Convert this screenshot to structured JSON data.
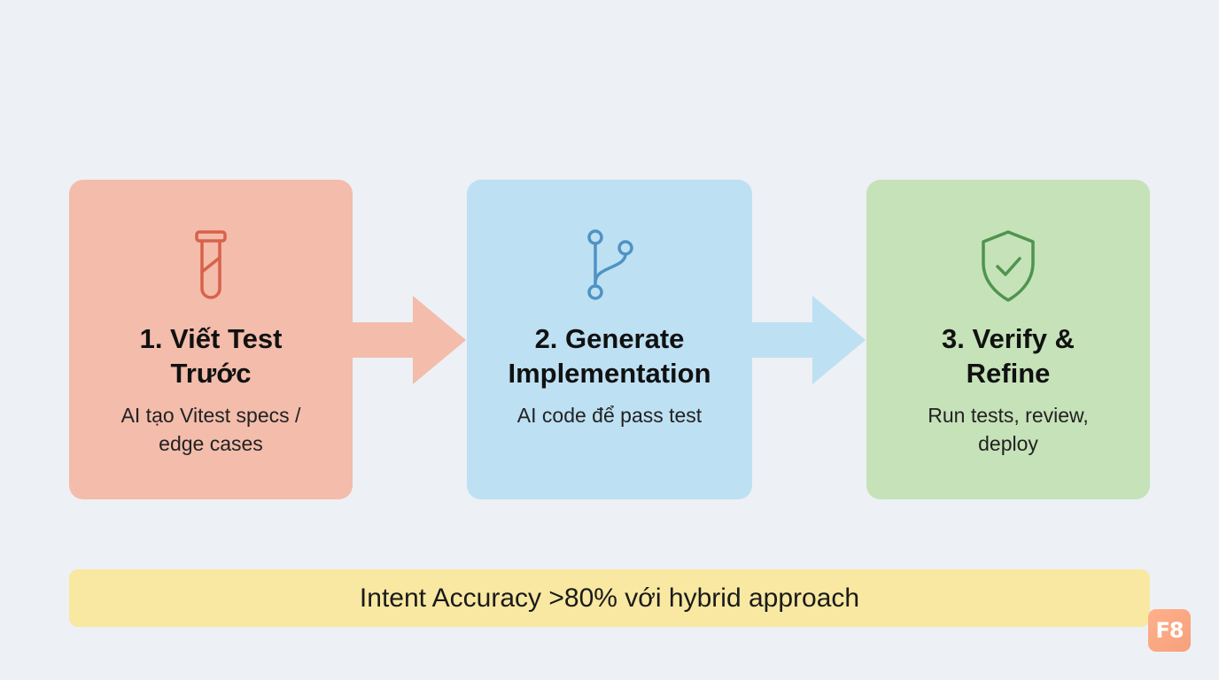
{
  "colors": {
    "background": "#edf0f5",
    "step1_fill": "#f3bcab",
    "step1_icon": "#d9614a",
    "step2_fill": "#bde0f3",
    "step2_icon": "#4f93c3",
    "step3_fill": "#c5e2b8",
    "step3_icon": "#4f944d",
    "banner_fill": "#f8e8a1",
    "logo_fill": "#f6a07c"
  },
  "steps": [
    {
      "icon": "test-tube-icon",
      "title_line1": "1. Viết Test",
      "title_line2": "Trước",
      "desc_line1": "AI tạo Vitest specs /",
      "desc_line2": "edge cases"
    },
    {
      "icon": "git-branch-icon",
      "title_line1": "2. Generate",
      "title_line2": "Implementation",
      "desc_line1": "AI code để pass test",
      "desc_line2": ""
    },
    {
      "icon": "shield-check-icon",
      "title_line1": "3. Verify &",
      "title_line2": "Refine",
      "desc_line1": "Run tests, review,",
      "desc_line2": "deploy"
    }
  ],
  "banner": {
    "text": "Intent Accuracy >80% với hybrid approach"
  },
  "logo": {
    "text": "F8"
  }
}
